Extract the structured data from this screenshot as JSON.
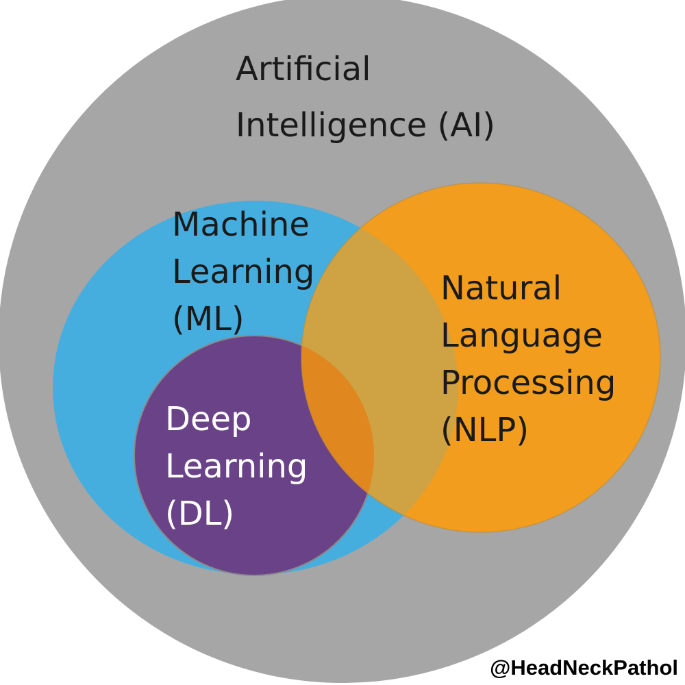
{
  "diagram": {
    "sets": [
      {
        "id": "ai",
        "label_lines": [
          "Artificial",
          "Intelligence (AI)"
        ],
        "color": "#a6a6a6",
        "text_color": "#1a1a1a"
      },
      {
        "id": "ml",
        "label_lines": [
          "Machine",
          "Learning",
          "(ML)"
        ],
        "color": "#45aede",
        "text_color": "#1a1a1a"
      },
      {
        "id": "nlp",
        "label_lines": [
          "Natural",
          "Language",
          "Processing",
          "(NLP)"
        ],
        "color": "#f29d1e",
        "text_color": "#1a1a1a"
      },
      {
        "id": "dl",
        "label_lines": [
          "Deep",
          "Learning",
          "(DL)"
        ],
        "color": "#6a4288",
        "text_color": "#ffffff"
      }
    ],
    "overlap_colors": {
      "ml_nlp": "#cfa244",
      "dl_nlp": "#e1871f"
    }
  },
  "credit": "@HeadNeckPathol"
}
